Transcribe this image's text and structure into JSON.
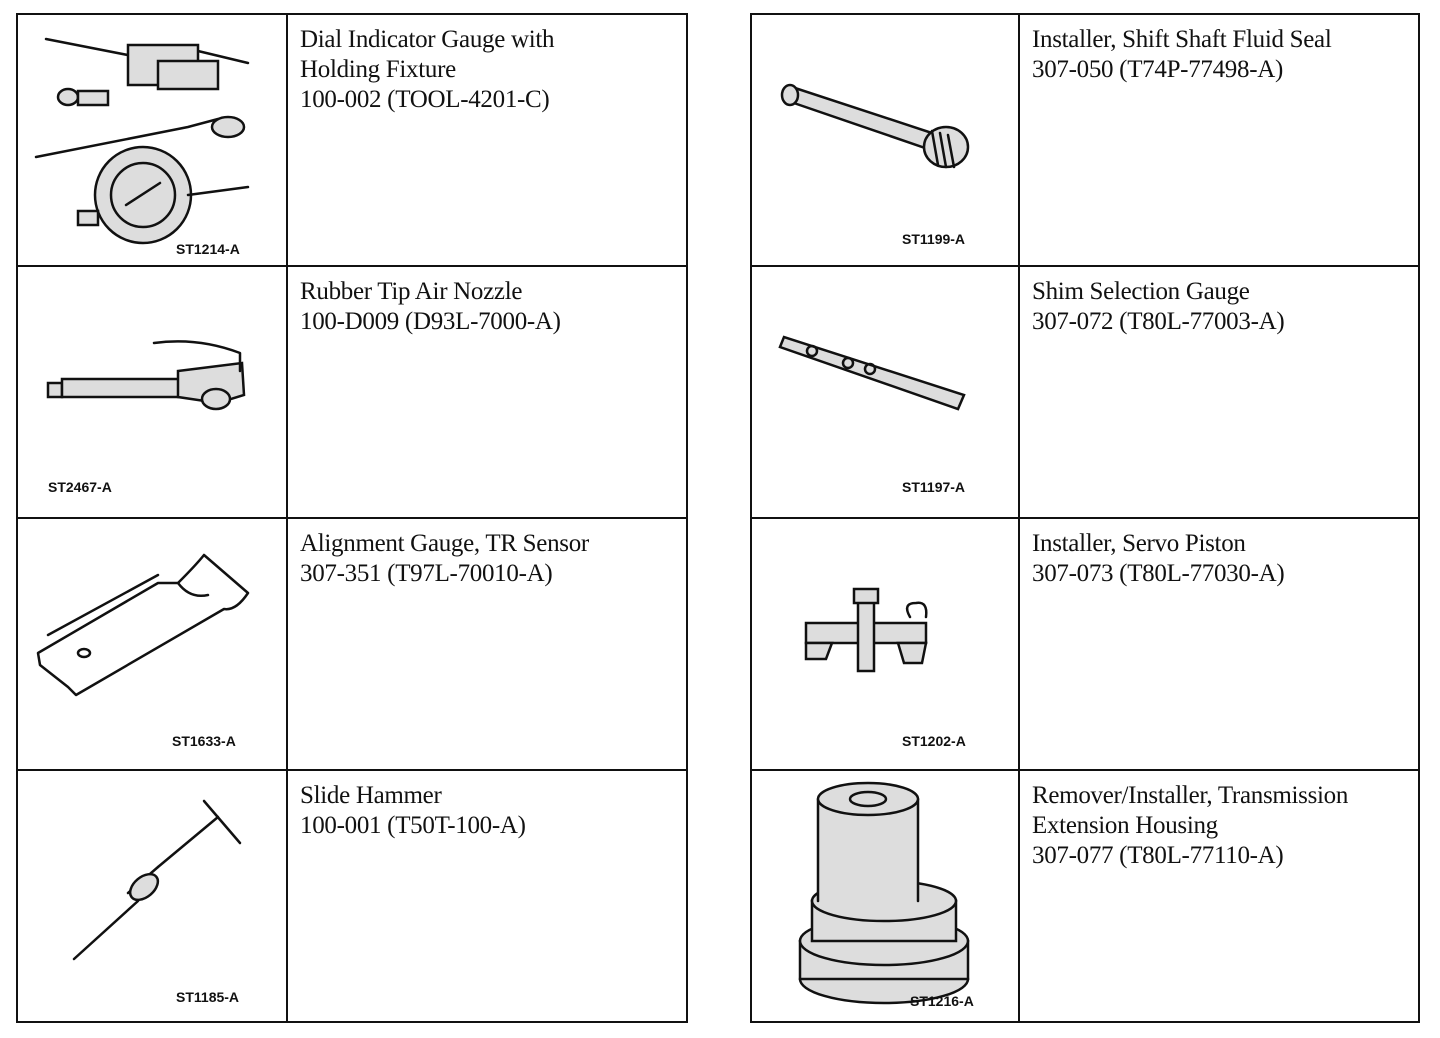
{
  "tools_left": [
    {
      "code": "ST1214-A",
      "name_lines": [
        "Dial Indicator Gauge with",
        "Holding Fixture"
      ],
      "number": "100-002 (TOOL-4201-C)"
    },
    {
      "code": "ST2467-A",
      "name_lines": [
        "Rubber Tip Air Nozzle"
      ],
      "number": "100-D009 (D93L-7000-A)"
    },
    {
      "code": "ST1633-A",
      "name_lines": [
        "Alignment Gauge, TR Sensor"
      ],
      "number": "307-351 (T97L-70010-A)"
    },
    {
      "code": "ST1185-A",
      "name_lines": [
        "Slide Hammer"
      ],
      "number": "100-001 (T50T-100-A)"
    }
  ],
  "tools_right": [
    {
      "code": "ST1199-A",
      "name_lines": [
        "Installer, Shift Shaft Fluid Seal"
      ],
      "number": "307-050 (T74P-77498-A)"
    },
    {
      "code": "ST1197-A",
      "name_lines": [
        "Shim Selection Gauge"
      ],
      "number": "307-072 (T80L-77003-A)"
    },
    {
      "code": "ST1202-A",
      "name_lines": [
        "Installer, Servo Piston"
      ],
      "number": "307-073 (T80L-77030-A)"
    },
    {
      "code": "ST1216-A",
      "name_lines": [
        "Remover/Installer, Transmission",
        "Extension Housing"
      ],
      "number": "307-077 (T80L-77110-A)"
    }
  ]
}
